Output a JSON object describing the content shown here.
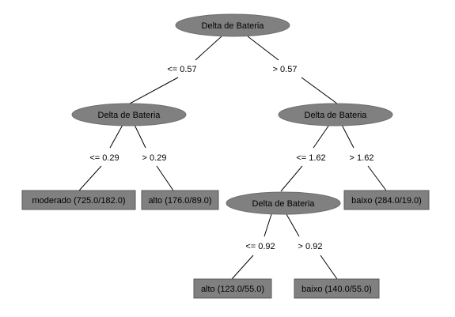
{
  "colors": {
    "node_fill": "#808080",
    "node_stroke": "#6e6e6e",
    "leaf_fill": "#808080",
    "leaf_stroke": "#5a5a5a",
    "edge": "#000000",
    "background": "#ffffff"
  },
  "tree": {
    "root": {
      "label": "Delta de Bateria"
    },
    "nodes": {
      "split_left": {
        "label": "Delta de Bateria"
      },
      "split_right": {
        "label": "Delta de Bateria"
      },
      "split_right_left": {
        "label": "Delta de Bateria"
      }
    },
    "leaves": {
      "leaf_moderado": {
        "label": "moderado (725.0/182.0)"
      },
      "leaf_alto_1": {
        "label": "alto (176.0/89.0)"
      },
      "leaf_baixo_1": {
        "label": "baixo (284.0/19.0)"
      },
      "leaf_alto_2": {
        "label": "alto (123.0/55.0)"
      },
      "leaf_baixo_2": {
        "label": "baixo (140.0/55.0)"
      }
    },
    "edges": {
      "root_left": {
        "label": "<= 0.57"
      },
      "root_right": {
        "label": "> 0.57"
      },
      "left_left": {
        "label": "<= 0.29"
      },
      "left_right": {
        "label": "> 0.29"
      },
      "right_left": {
        "label": "<= 1.62"
      },
      "right_right": {
        "label": "> 1.62"
      },
      "rl_left": {
        "label": "<= 0.92"
      },
      "rl_right": {
        "label": "> 0.92"
      }
    }
  }
}
